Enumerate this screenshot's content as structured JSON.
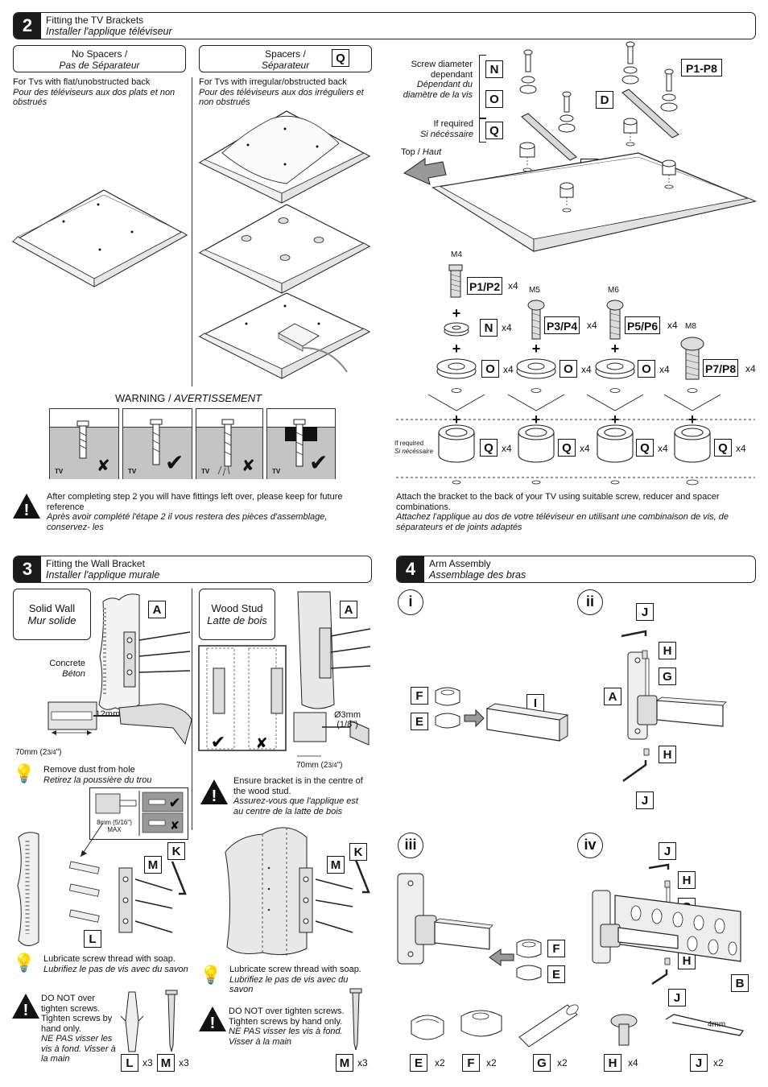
{
  "step2": {
    "number": "2",
    "title_en": "Fitting the TV Brackets",
    "title_fr": "Installer l'applique téléviseur",
    "no_spacers_en": "No Spacers /",
    "no_spacers_fr": "Pas de Séparateur",
    "spacers_en": "Spacers /",
    "spacers_fr": "Séparateur",
    "spacers_part": "Q",
    "flat_en": "For Tvs with flat/unobstructed back",
    "flat_fr": "Pour des téléviseurs aux dos plats et non obstrués",
    "irregular_en": "For Tvs with irregular/obstructed back",
    "irregular_fr": "Pour des téléviseurs aux dos irréguliers et non obstrués",
    "warning_en": "WARNING /",
    "warning_fr": "AVERTISSEMENT",
    "tv_label": "TV",
    "screw_diameter_en": "Screw diameter dependant",
    "screw_diameter_fr": "Dépendant du diamètre de la vis",
    "if_required_en": "If required",
    "if_required_fr": "Si nécéssaire",
    "top_en": "Top /",
    "top_fr": "Haut",
    "parts": {
      "N": "N",
      "O": "O",
      "Q": "Q",
      "C": "C",
      "D": "D",
      "P_all": "P1-P8"
    },
    "screws": [
      {
        "size": "M4",
        "label": "P1/P2",
        "qty": "x4"
      },
      {
        "size": "M5",
        "label": "P3/P4",
        "qty": "x4"
      },
      {
        "size": "M6",
        "label": "P5/P6",
        "qty": "x4"
      },
      {
        "size": "M8",
        "label": "P7/P8",
        "qty": "x4"
      }
    ],
    "n_qty": "x4",
    "o_qty": "x4",
    "q_qty": "x4",
    "leftover_en": "After completing step 2 you will have fittings left over, please keep for future reference",
    "leftover_fr": "Après avoir complété l'étape 2 il vous restera des pièces d'assemblage, conservez- les",
    "attach_en": "Attach the bracket to the back of your TV using suitable screw, reducer and spacer combinations.",
    "attach_fr": "Attachez l'applique au dos de votre téléviseur en utilisant une combinaison de vis, de séparateurs et de joints adaptés"
  },
  "step3": {
    "number": "3",
    "title_en": "Fitting the Wall Bracket",
    "title_fr": "Installer l'applique murale",
    "solid_en": "Solid Wall",
    "solid_fr": "Mur solide",
    "wood_en": "Wood Stud",
    "wood_fr": "Latte de bois",
    "concrete_en": "Concrete",
    "concrete_fr": "Béton",
    "drill12": "Ø12mm (15/32\")",
    "drill3": "Ø3mm",
    "drill3_in": "(1/8\")",
    "depth": "70mm (2",
    "depth_frac": "3/4",
    "depth_end": "\")",
    "dust_en": "Remove dust from hole",
    "dust_fr": "Retirez la poussière du trou",
    "max_depth": "8mm (5/16\")",
    "max": "MAX",
    "centre_en": "Ensure bracket is in the centre of the wood stud.",
    "centre_fr": "Assurez-vous que l'applique est au centre de la latte de bois",
    "soap_en": "Lubricate screw thread with soap.",
    "soap_fr": "Lubrifiez le pas de vis avec du savon",
    "tighten_solid_en": "DO NOT over tighten screws. Tighten screws by hand only.",
    "tighten_solid_fr": "NE PAS visser les vis à fond. Visser à la main",
    "tighten_wood_en": "DO NOT over tighten screws. Tighten screws by hand only.",
    "tighten_wood_fr": "NE PAS visser les vis à fond. Visser à la main",
    "parts": {
      "A": "A",
      "K": "K",
      "M": "M",
      "L": "L"
    },
    "l_qty": "x3",
    "m_qty": "x3",
    "m_qty_wood": "x3"
  },
  "step4": {
    "number": "4",
    "title_en": "Arm Assembly",
    "title_fr": "Assemblage des bras",
    "substeps": [
      "i",
      "ii",
      "iii",
      "iv"
    ],
    "parts": {
      "A": "A",
      "B": "B",
      "E": "E",
      "F": "F",
      "G": "G",
      "H": "H",
      "I": "I",
      "J": "J"
    },
    "hex_size": "4mm",
    "inventory": [
      {
        "label": "E",
        "qty": "x2"
      },
      {
        "label": "F",
        "qty": "x2"
      },
      {
        "label": "G",
        "qty": "x2"
      },
      {
        "label": "H",
        "qty": "x4"
      },
      {
        "label": "J",
        "qty": "x2"
      }
    ]
  }
}
